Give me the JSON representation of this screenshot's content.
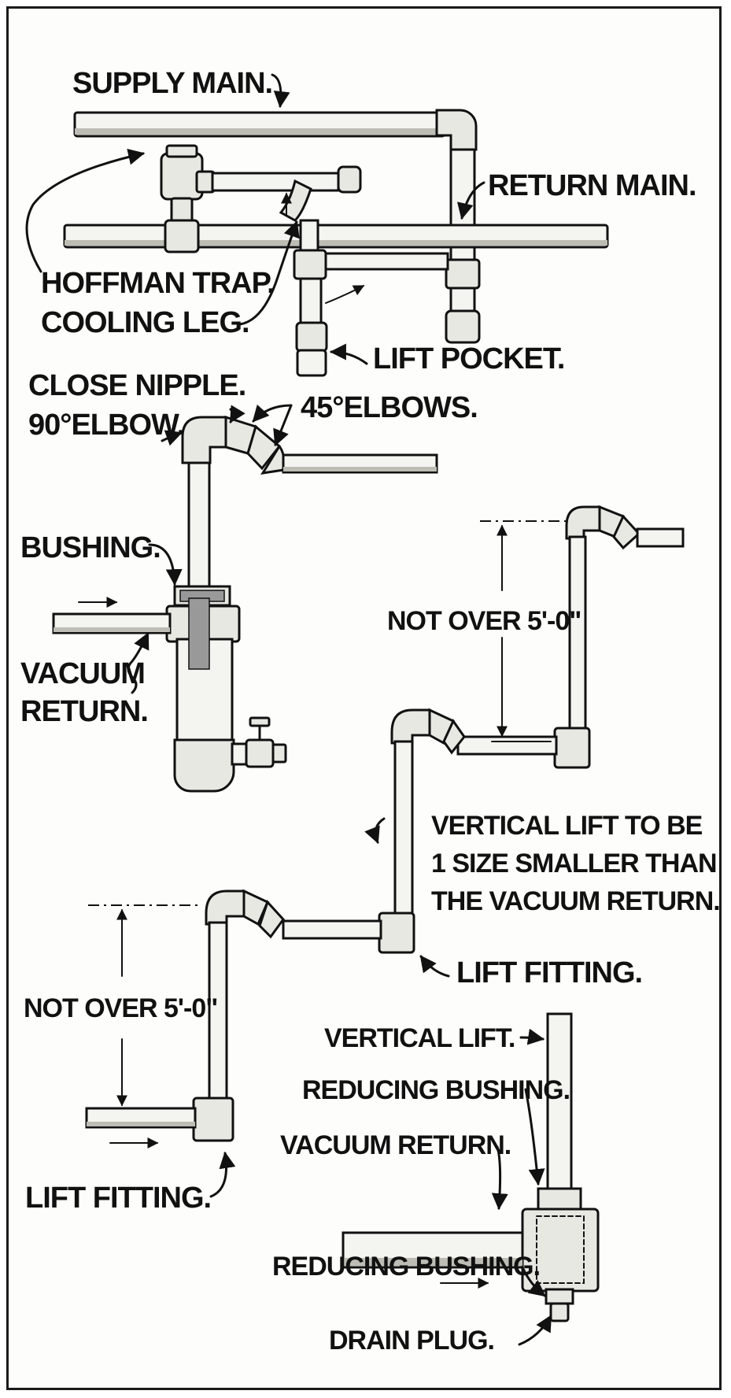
{
  "labels": {
    "supply_main": "SUPPLY MAIN.",
    "return_main": "RETURN MAIN.",
    "hoffman_trap": "HOFFMAN TRAP.",
    "cooling_leg": "COOLING LEG.",
    "lift_pocket": "LIFT POCKET.",
    "close_nipple": "CLOSE NIPPLE.",
    "elbow_90": "90°ELBOW.",
    "elbows_45": "45°ELBOWS.",
    "bushing": "BUSHING.",
    "vacuum_return_1": "VACUUM",
    "vacuum_return_2": "RETURN.",
    "not_over_upper": "NOT OVER 5'-0\"",
    "vertical_lift_note_1": "VERTICAL LIFT TO BE",
    "vertical_lift_note_2": "1 SIZE SMALLER THAN",
    "vertical_lift_note_3": "THE VACUUM RETURN.",
    "lift_fitting_right": "LIFT FITTING.",
    "not_over_lower": "NOT OVER 5'-0\"",
    "lift_fitting_left": "LIFT FITTING.",
    "vertical_lift": "VERTICAL LIFT.",
    "reducing_bushing_top": "REDUCING BUSHING.",
    "vacuum_return_detail": "VACUUM RETURN.",
    "reducing_bushing_bottom": "REDUCING BUSHING.",
    "drain_plug": "DRAIN PLUG."
  }
}
